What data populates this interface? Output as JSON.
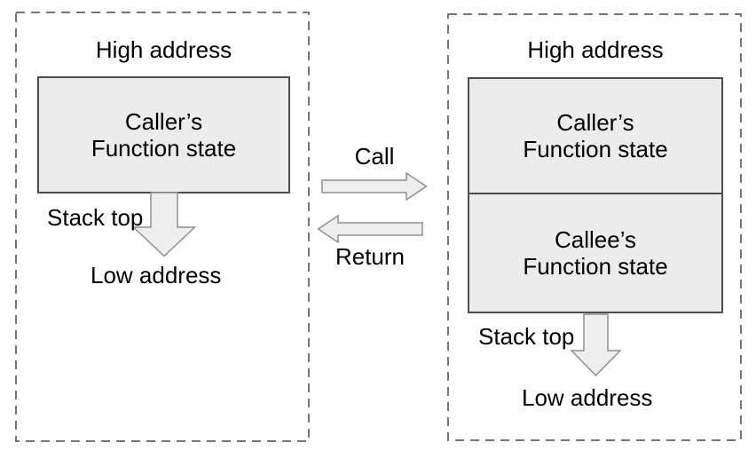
{
  "colors": {
    "box_fill": "#ececec",
    "box_border": "#4d4d4d",
    "dashed_border": "#757575",
    "arrow_fill": "#eeeeee",
    "arrow_stroke": "#8f8f8f",
    "text_color": "#000000"
  },
  "left_panel": {
    "high_address_label": "High address",
    "caller_box": {
      "line1": "Caller’s",
      "line2": "Function state"
    },
    "stack_top_label": "Stack top",
    "low_address_label": "Low address"
  },
  "flow": {
    "call_label": "Call",
    "return_label": "Return"
  },
  "right_panel": {
    "high_address_label": "High address",
    "caller_box": {
      "line1": "Caller’s",
      "line2": "Function state"
    },
    "callee_box": {
      "line1": "Callee’s",
      "line2": "Function state"
    },
    "stack_top_label": "Stack top",
    "low_address_label": "Low address"
  }
}
